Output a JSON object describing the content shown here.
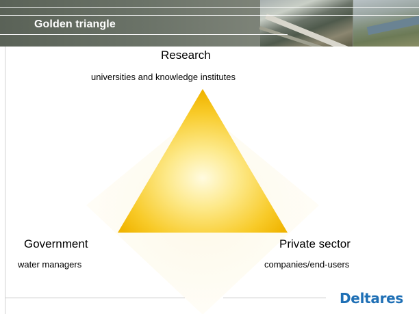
{
  "slide": {
    "title": "Golden triangle"
  },
  "diagram": {
    "top_node": {
      "title": "Research",
      "subtitle": "universities and knowledge institutes"
    },
    "left_node": {
      "title": "Government",
      "subtitle": "water managers"
    },
    "right_node": {
      "title": "Private sector",
      "subtitle": "companies/end-users"
    }
  },
  "footer": {
    "logo_text": "Deltares"
  },
  "colors": {
    "triangle_core": "#fff6c0",
    "triangle_edge": "#f2b800",
    "glow": "#fbf7e8",
    "logo": "#1e6fb5"
  }
}
